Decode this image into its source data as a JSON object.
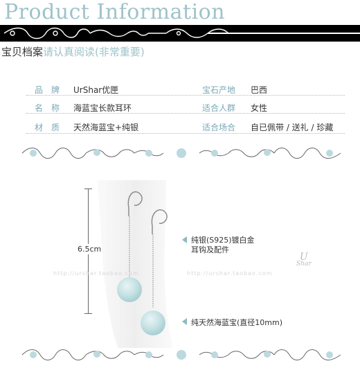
{
  "header": {
    "title": "Product Information",
    "subtitle_main": "宝贝档案",
    "subtitle_note": "请认真阅读(非常重要)"
  },
  "info": {
    "rows": [
      {
        "label_left": "品　牌",
        "value_left": "UrShar优匣",
        "label_right": "宝石产地",
        "value_right": "巴西"
      },
      {
        "label_left": "名　称",
        "value_left": "海蓝宝长款耳环",
        "label_right": "适合人群",
        "value_right": "女性"
      },
      {
        "label_left": "材　质",
        "value_left": "天然海蓝宝+纯银",
        "label_right": "适合场合",
        "value_right": "自已佩带 / 送礼 / 珍藏"
      }
    ]
  },
  "product": {
    "length_label": "6.5cm",
    "note_silver_line1": "纯银(S925)镀白金",
    "note_silver_line2": "耳钩及配件",
    "note_stone": "纯天然海蓝宝(直径10mm)",
    "brand_mark_line1": "U",
    "brand_mark_line2": "Shar",
    "watermark": "http://urshar.taobao.com"
  },
  "colors": {
    "accent": "#9ec3c9",
    "label": "#7aa8b6",
    "stone": "#c4e1e3"
  }
}
